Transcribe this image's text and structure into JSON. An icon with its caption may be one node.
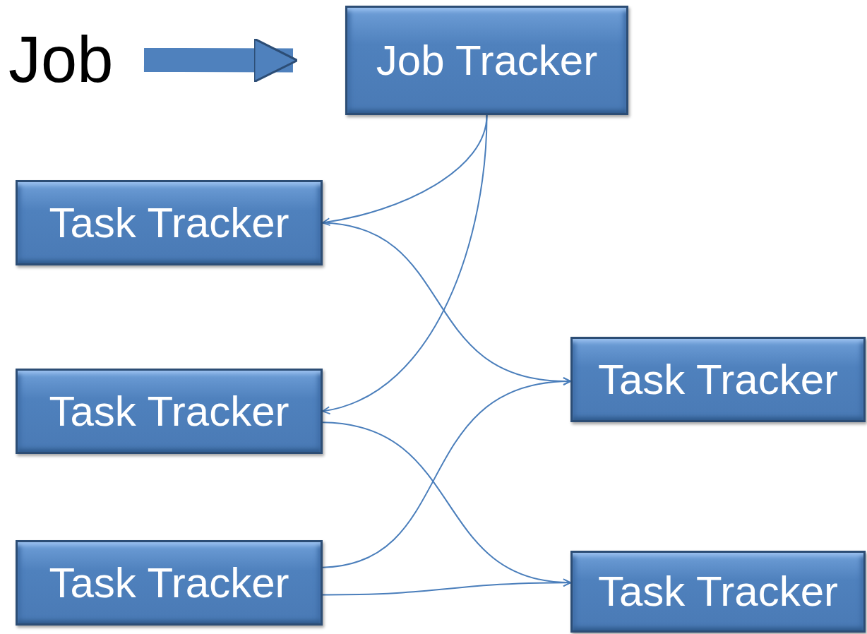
{
  "diagram": {
    "nodes": [
      {
        "text": [
          "Job"
        ]
      },
      {
        "text": [
          "Job Tracker"
        ]
      },
      {
        "text": [
          "Task Tracker"
        ]
      },
      {
        "text": [
          "Task Tracker"
        ]
      },
      {
        "text": [
          "Task Tracker"
        ]
      },
      {
        "text": [
          "Task Tracker"
        ]
      },
      {
        "text": [
          "Task Tracker"
        ]
      }
    ],
    "edges": [
      {
        "from": 0,
        "to": 1,
        "arrow": "to",
        "style": "thick"
      },
      {
        "from": 1,
        "to": 2,
        "arrow": "to"
      },
      {
        "from": 1,
        "to": 3,
        "arrow": "to"
      },
      {
        "from": 2,
        "to": 5,
        "arrow": "to"
      },
      {
        "from": 3,
        "to": 6,
        "arrow": "to"
      },
      {
        "from": 4,
        "to": 5,
        "arrow": "to"
      },
      {
        "from": 4,
        "to": 6,
        "arrow": "to"
      }
    ]
  }
}
